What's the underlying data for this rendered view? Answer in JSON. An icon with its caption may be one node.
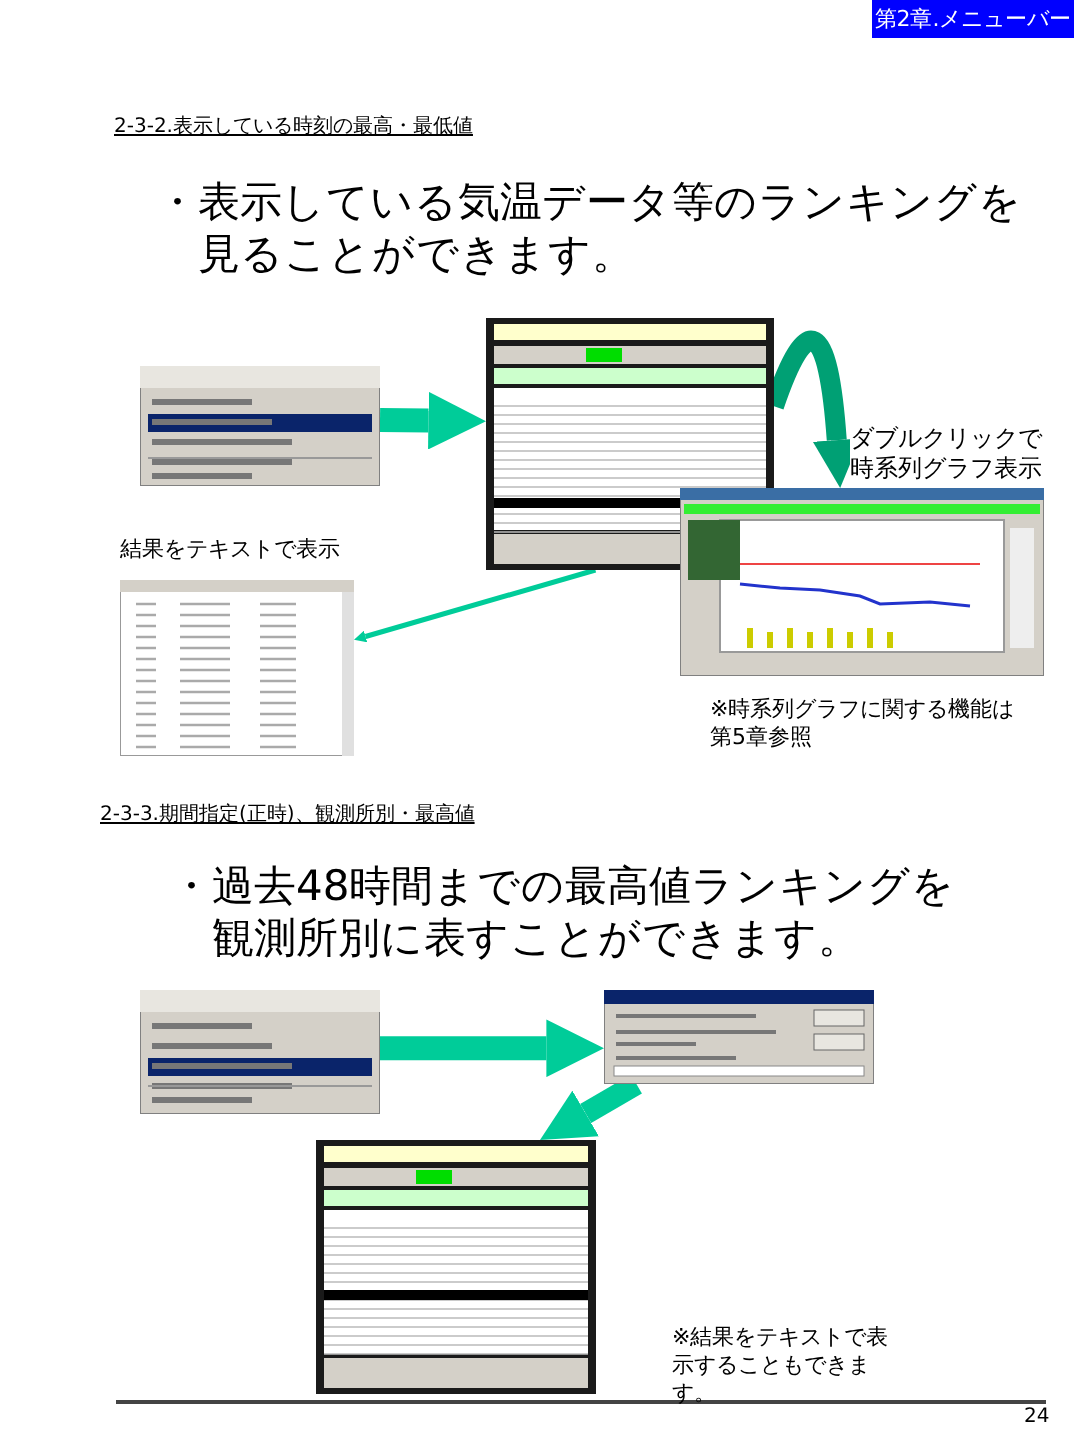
{
  "diagram": {
    "nodes": [
      {
        "text": [
          "第2章.メニューバー"
        ]
      },
      {
        "text": [],
        "shape": "picture"
      },
      {
        "text": [],
        "shape": "picture"
      },
      {
        "text": [],
        "shape": "picture"
      },
      {
        "text": [],
        "shape": "picture"
      },
      {
        "text": [],
        "shape": "picture"
      },
      {
        "text": [],
        "shape": "picture"
      },
      {
        "text": [],
        "shape": "picture"
      }
    ],
    "edges": [
      {
        "from": 1,
        "to": 2,
        "arrow": "to"
      },
      {
        "from": 2,
        "to": 3,
        "arrow": "to",
        "color": "#00a074",
        "label": "ダブルクリックで時系列グラフ表示"
      },
      {
        "from": 2,
        "to": 4,
        "arrow": "to"
      },
      {
        "from": 5,
        "to": 6,
        "arrow": "to"
      },
      {
        "from": 6,
        "to": 7,
        "arrow": "to"
      }
    ],
    "labels": [
      "2-3-2.表示している時刻の最高・最低値",
      "・表示している気温データ等のランキングを見ることができます。",
      "結果をテキストで表示",
      "※時系列グラフに関する機能は第5章参照",
      "2-3-3.期間指定(正時)、観測所別・最高値",
      "・過去48時間までの最高値ランキングを観測所別に表すことができます。",
      "※結果をテキストで表示することもできます。",
      "24"
    ]
  }
}
